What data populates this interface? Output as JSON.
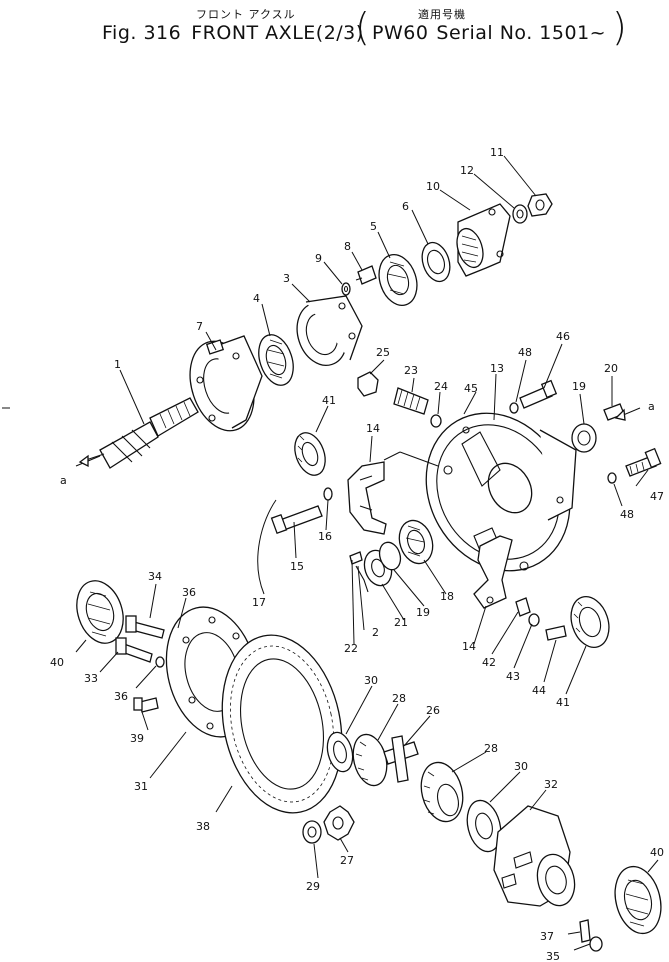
{
  "header": {
    "subtitle_jp": "フロント アクスル",
    "applicable_jp": "適用号機",
    "fig_label": "Fig. 316",
    "title": "FRONT  AXLE(2/3)",
    "paren_open": "(",
    "paren_close": ")",
    "model": "PW60",
    "serial_label": "Serial No. 1501~"
  },
  "callouts": [
    {
      "id": "c1",
      "text": "1"
    },
    {
      "id": "c2",
      "text": "2"
    },
    {
      "id": "c3",
      "text": "3"
    },
    {
      "id": "c4",
      "text": "4"
    },
    {
      "id": "c5",
      "text": "5"
    },
    {
      "id": "c6",
      "text": "6"
    },
    {
      "id": "c7",
      "text": "7"
    },
    {
      "id": "c8",
      "text": "8"
    },
    {
      "id": "c9",
      "text": "9"
    },
    {
      "id": "c10",
      "text": "10"
    },
    {
      "id": "c11",
      "text": "11"
    },
    {
      "id": "c12",
      "text": "12"
    },
    {
      "id": "c13",
      "text": "13"
    },
    {
      "id": "c14a",
      "text": "14"
    },
    {
      "id": "c14b",
      "text": "14"
    },
    {
      "id": "c15",
      "text": "15"
    },
    {
      "id": "c16",
      "text": "16"
    },
    {
      "id": "c17",
      "text": "17"
    },
    {
      "id": "c18",
      "text": "18"
    },
    {
      "id": "c19a",
      "text": "19"
    },
    {
      "id": "c19b",
      "text": "19"
    },
    {
      "id": "c20",
      "text": "20"
    },
    {
      "id": "c21",
      "text": "21"
    },
    {
      "id": "c22",
      "text": "22"
    },
    {
      "id": "c23",
      "text": "23"
    },
    {
      "id": "c24",
      "text": "24"
    },
    {
      "id": "c25",
      "text": "25"
    },
    {
      "id": "c26",
      "text": "26"
    },
    {
      "id": "c27",
      "text": "27"
    },
    {
      "id": "c28a",
      "text": "28"
    },
    {
      "id": "c28b",
      "text": "28"
    },
    {
      "id": "c29",
      "text": "29"
    },
    {
      "id": "c30a",
      "text": "30"
    },
    {
      "id": "c30b",
      "text": "30"
    },
    {
      "id": "c31",
      "text": "31"
    },
    {
      "id": "c32",
      "text": "32"
    },
    {
      "id": "c33",
      "text": "33"
    },
    {
      "id": "c34",
      "text": "34"
    },
    {
      "id": "c35",
      "text": "35"
    },
    {
      "id": "c36a",
      "text": "36"
    },
    {
      "id": "c36b",
      "text": "36"
    },
    {
      "id": "c37",
      "text": "37"
    },
    {
      "id": "c38",
      "text": "38"
    },
    {
      "id": "c39",
      "text": "39"
    },
    {
      "id": "c40a",
      "text": "40"
    },
    {
      "id": "c40b",
      "text": "40"
    },
    {
      "id": "c41a",
      "text": "41"
    },
    {
      "id": "c41b",
      "text": "41"
    },
    {
      "id": "c42",
      "text": "42"
    },
    {
      "id": "c43",
      "text": "43"
    },
    {
      "id": "c44",
      "text": "44"
    },
    {
      "id": "c45",
      "text": "45"
    },
    {
      "id": "c46",
      "text": "46"
    },
    {
      "id": "c47",
      "text": "47"
    },
    {
      "id": "c48a",
      "text": "48"
    },
    {
      "id": "c48b",
      "text": "48"
    },
    {
      "id": "ca1",
      "text": "a"
    },
    {
      "id": "ca2",
      "text": "a"
    }
  ]
}
